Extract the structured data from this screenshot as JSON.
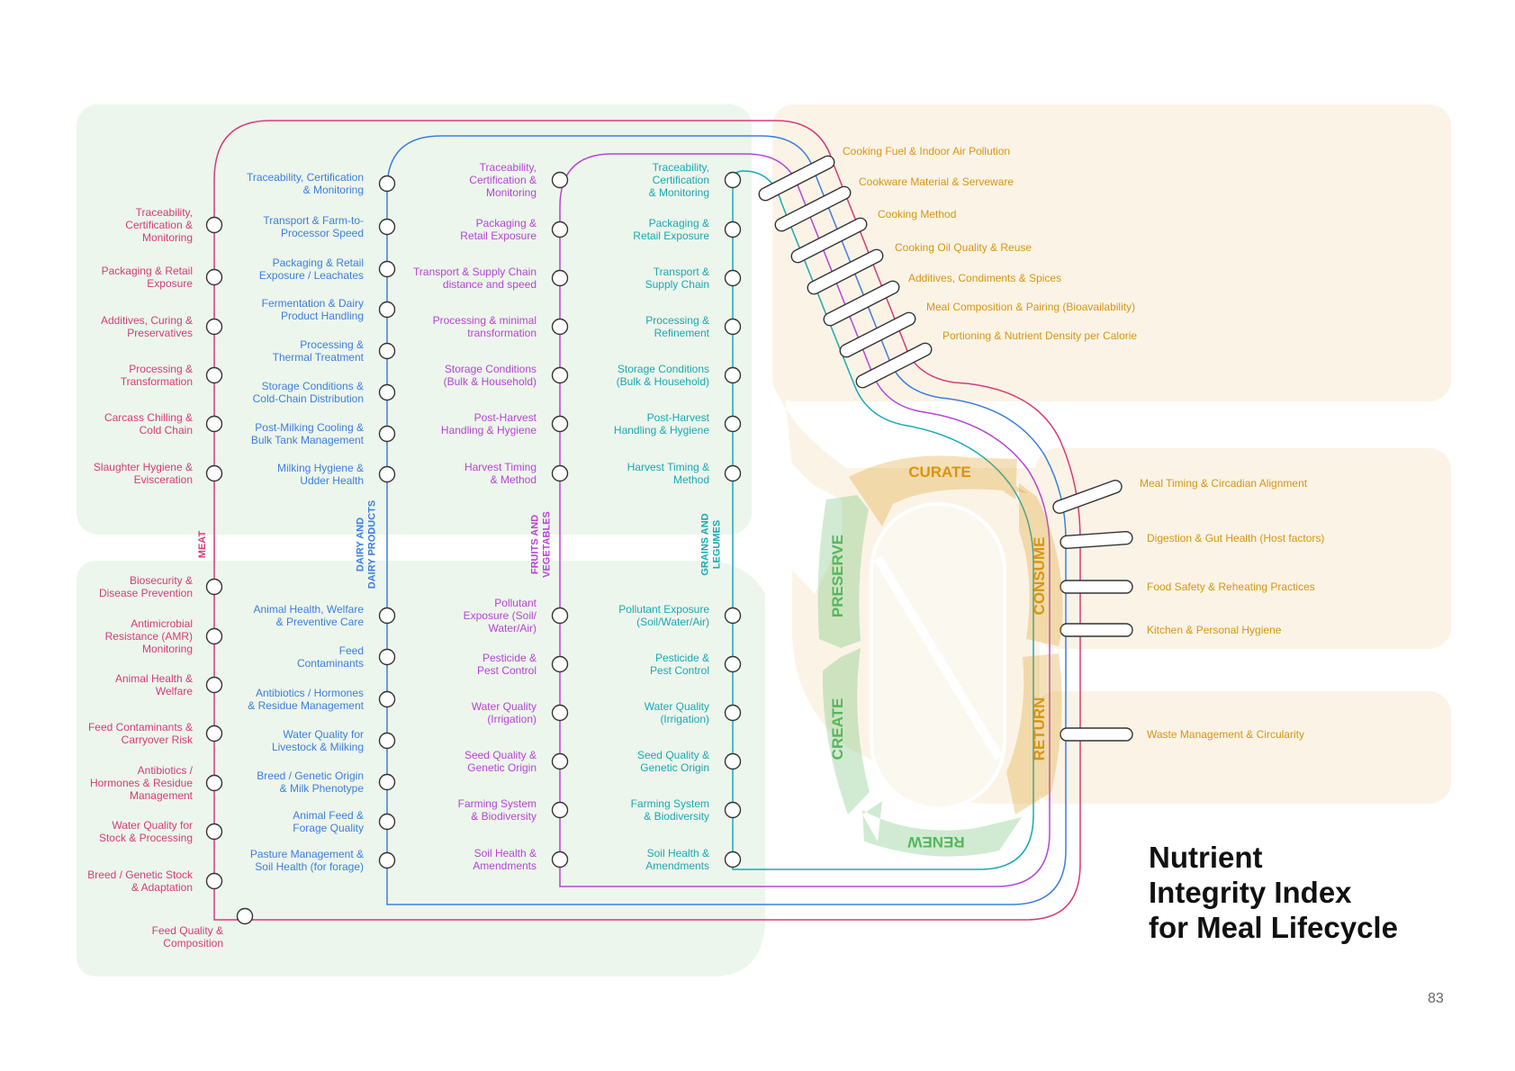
{
  "title": {
    "line1": "Nutrient",
    "line2": "Integrity Index",
    "line3": "for Meal Lifecycle"
  },
  "page_number": "83",
  "colors": {
    "meat": "#d63b78",
    "dairy": "#3b7ee0",
    "fruits": "#b843d8",
    "grains": "#1aa8b5",
    "consumer": "#d9950f",
    "green_bg": "#edf6ec",
    "cream_bg": "#fbf4e6",
    "preserve_create_renew": "#55b65e",
    "curate_consume_return": "#d9950f"
  },
  "lines": {
    "meat": {
      "name": "MEAT",
      "top_labels": [
        [
          "Traceability,",
          "Certification &",
          "Monitoring"
        ],
        [
          "Packaging & Retail",
          "Exposure"
        ],
        [
          "Additives, Curing &",
          "Preservatives"
        ],
        [
          "Processing &",
          "Transformation"
        ],
        [
          "Carcass Chilling &",
          "Cold Chain"
        ],
        [
          "Slaughter Hygiene &",
          "Evisceration"
        ]
      ],
      "bottom_labels": [
        [
          "Biosecurity &",
          "Disease Prevention"
        ],
        [
          "Antimicrobial",
          "Resistance (AMR)",
          "Monitoring"
        ],
        [
          "Animal Health &",
          "Welfare"
        ],
        [
          "Feed Contaminants &",
          "Carryover Risk"
        ],
        [
          "Antibiotics /",
          "Hormones & Residue",
          "Management"
        ],
        [
          "Water Quality for",
          "Stock & Processing"
        ],
        [
          "Breed / Genetic Stock",
          "& Adaptation"
        ]
      ],
      "end_label": [
        "Feed Quality &",
        "Composition"
      ]
    },
    "dairy": {
      "name": [
        "DAIRY AND",
        "DAIRY PRODUCTS"
      ],
      "top_labels": [
        [
          "Traceability, Certification",
          "& Monitoring"
        ],
        [
          "Transport & Farm-to-",
          "Processor Speed"
        ],
        [
          "Packaging & Retail",
          "Exposure / Leachates"
        ],
        [
          "Fermentation & Dairy",
          "Product Handling"
        ],
        [
          "Processing &",
          "Thermal Treatment"
        ],
        [
          "Storage Conditions &",
          "Cold-Chain Distribution"
        ],
        [
          "Post-Milking Cooling &",
          "Bulk Tank Management"
        ],
        [
          "Milking Hygiene &",
          "Udder Health"
        ]
      ],
      "bottom_labels": [
        [
          "Animal Health, Welfare",
          "& Preventive Care"
        ],
        [
          "Feed",
          "Contaminants"
        ],
        [
          "Antibiotics / Hormones",
          "& Residue Management"
        ],
        [
          "Water Quality for",
          "Livestock & Milking"
        ],
        [
          "Breed / Genetic Origin",
          "& Milk Phenotype"
        ],
        [
          "Animal Feed &",
          "Forage Quality"
        ],
        [
          "Pasture Management &",
          "Soil Health (for forage)"
        ]
      ]
    },
    "fruits": {
      "name": [
        "FRUITS AND",
        "VEGETABLES"
      ],
      "top_labels": [
        [
          "Traceability,",
          "Certification &",
          "Monitoring"
        ],
        [
          "Packaging &",
          "Retail Exposure"
        ],
        [
          "Transport & Supply Chain",
          "distance and speed"
        ],
        [
          "Processing & minimal",
          "transformation"
        ],
        [
          "Storage Conditions",
          "(Bulk & Household)"
        ],
        [
          "Post-Harvest",
          "Handling & Hygiene"
        ],
        [
          "Harvest Timing",
          "& Method"
        ]
      ],
      "bottom_labels": [
        [
          "Pollutant",
          "Exposure (Soil/",
          "Water/Air)"
        ],
        [
          "Pesticide &",
          "Pest Control"
        ],
        [
          "Water Quality",
          "(Irrigation)"
        ],
        [
          "Seed Quality &",
          "Genetic Origin"
        ],
        [
          "Farming System",
          "& Biodiversity"
        ],
        [
          "Soil Health &",
          "Amendments"
        ]
      ]
    },
    "grains": {
      "name": [
        "GRAINS AND",
        "LEGUMES"
      ],
      "top_labels": [
        [
          "Traceability,",
          "Certification",
          "& Monitoring"
        ],
        [
          "Packaging &",
          "Retail Exposure"
        ],
        [
          "Transport &",
          "Supply Chain"
        ],
        [
          "Processing &",
          "Refinement"
        ],
        [
          "Storage Conditions",
          "(Bulk & Household)"
        ],
        [
          "Post-Harvest",
          "Handling & Hygiene"
        ],
        [
          "Harvest Timing &",
          "Method"
        ]
      ],
      "bottom_labels": [
        [
          "Pollutant Exposure",
          "(Soil/Water/Air)"
        ],
        [
          "Pesticide &",
          "Pest Control"
        ],
        [
          "Water Quality",
          "(Irrigation)"
        ],
        [
          "Seed Quality &",
          "Genetic Origin"
        ],
        [
          "Farming System",
          "& Biodiversity"
        ],
        [
          "Soil Health &",
          "Amendments"
        ]
      ]
    }
  },
  "consumer_stations": {
    "diagonal": [
      "Cooking Fuel & Indoor Air Pollution",
      "Cookware Material & Serveware",
      "Cooking Method",
      "Cooking Oil Quality & Reuse",
      "Additives, Condiments & Spices",
      "Meal Composition & Pairing (Bioavailability)",
      "Portioning & Nutrient Density per Calorie"
    ],
    "vertical": [
      "Meal Timing & Circadian Alignment",
      "Digestion & Gut Health (Host factors)",
      "Food Safety & Reheating Practices",
      "Kitchen & Personal Hygiene",
      "Waste Management & Circularity"
    ]
  },
  "cycle": {
    "curate": "CURATE",
    "consume": "CONSUME",
    "return": "RETURN",
    "renew": "RENEW",
    "create": "CREATE",
    "preserve": "PRESERVE"
  }
}
